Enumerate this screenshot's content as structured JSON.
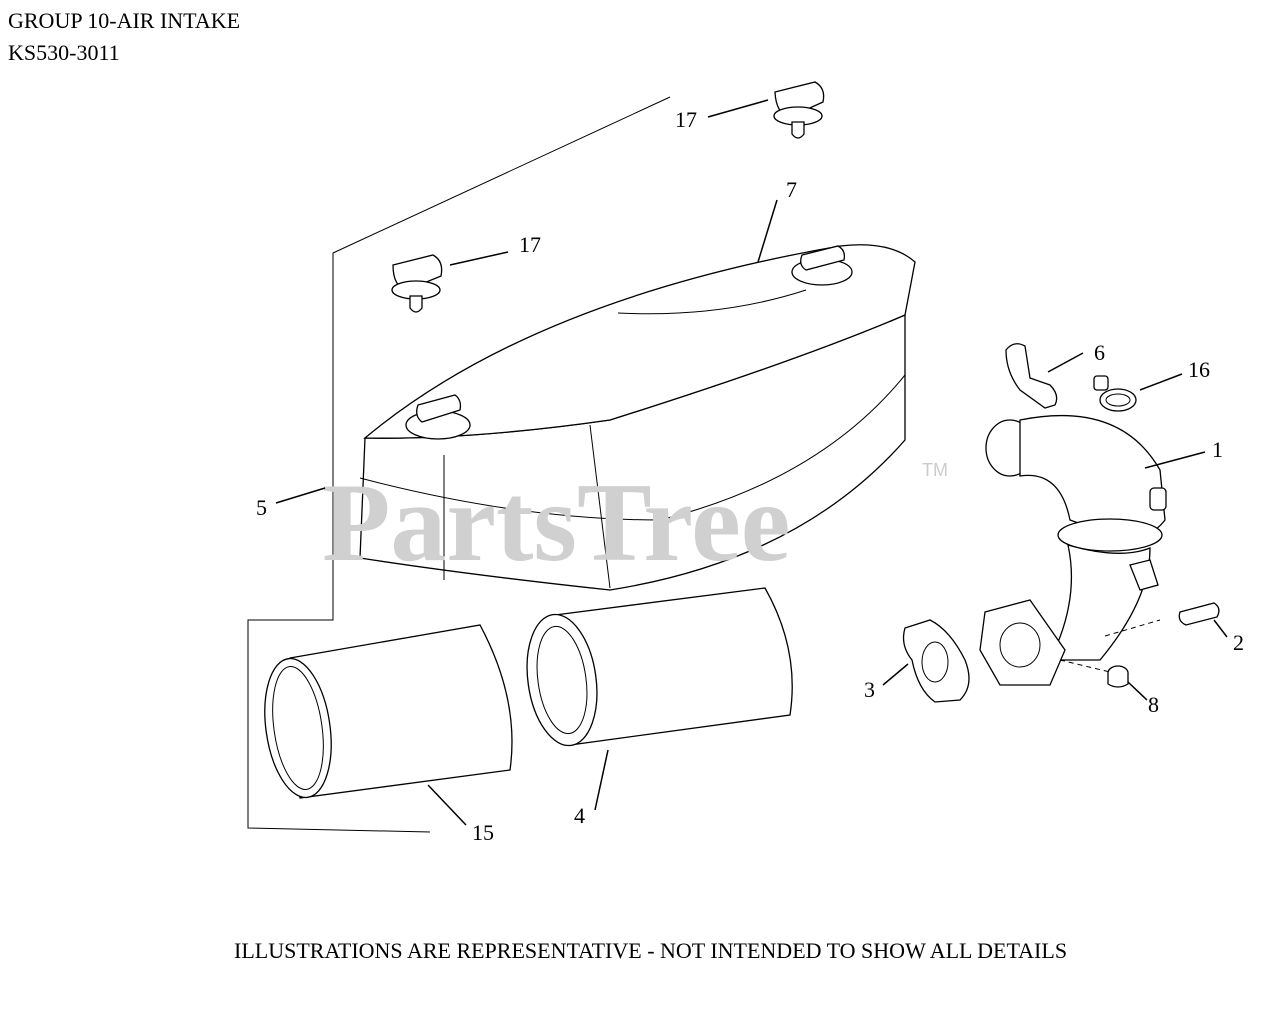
{
  "header": {
    "group_title": "GROUP 10-AIR INTAKE",
    "model": "KS530-3011"
  },
  "footer": {
    "disclaimer": "ILLUSTRATIONS ARE REPRESENTATIVE - NOT INTENDED TO SHOW ALL DETAILS"
  },
  "watermark": {
    "text": "PartsTree",
    "trademark": "TM"
  },
  "callouts": {
    "c1": "1",
    "c2": "2",
    "c3": "3",
    "c4": "4",
    "c5": "5",
    "c6": "6",
    "c7": "7",
    "c8": "8",
    "c15": "15",
    "c16": "16",
    "c17a": "17",
    "c17b": "17"
  },
  "colors": {
    "line": "#000000",
    "watermark": "#d0d0d0",
    "background": "#ffffff"
  }
}
